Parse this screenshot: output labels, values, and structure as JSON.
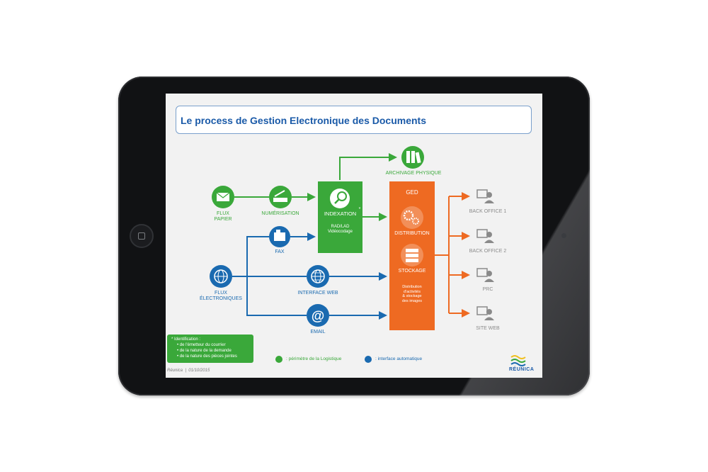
{
  "slide": {
    "title": "Le process de Gestion Electronique des Documents",
    "nodes": {
      "flux_papier": "FLUX\nPAPIER",
      "numerisation": "NUMÉRISATION",
      "archivage": "ARCHIVAGE PHYSIQUE",
      "indexation": "INDEXATION",
      "indexation_sub": "RAD/LAD\nVidéocodage",
      "indexation_star": "*",
      "fax": "FAX",
      "flux_electroniques": "FLUX\nÉLECTRONIQUES",
      "interface_web": "INTERFACE WEB",
      "email": "EMAIL",
      "ged": "GED",
      "distribution": "DISTRIBUTION",
      "stockage": "STOCKAGE",
      "ged_sub": "Distribution\nd'activités\n& stockage\ndes images",
      "back_office_1": "BACK OFFICE 1",
      "back_office_2": "BACK OFFICE 2",
      "prc": "PRC",
      "site_web": "SITE WEB"
    },
    "note": {
      "heading": "* Identification :",
      "items": [
        "de l'émetteur du courrier",
        "de la nature de la demande",
        "de la nature des pièces jointes"
      ]
    },
    "legend": {
      "green": ": périmètre de la Logistique",
      "blue": ": interface automatique"
    },
    "footer": {
      "brand": "Réunica",
      "date": "01/10/2015"
    },
    "logo": "RÉUNICA"
  },
  "colors": {
    "green": "#3aa83a",
    "blue": "#1a6ab0",
    "orange": "#ee6a22"
  }
}
